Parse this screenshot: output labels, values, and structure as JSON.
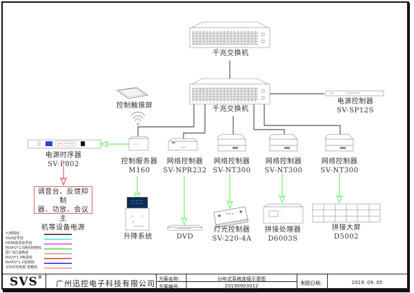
{
  "diagram": {
    "title": "分布式系统连接示意图",
    "devices": {
      "switch_top": {
        "label": "千兆交换机"
      },
      "switch_mid": {
        "label": "千兆交换机"
      },
      "power_controller": {
        "label": "电源控制器",
        "model": "SV-SP12S"
      },
      "touch_screen": {
        "label": "控制触摸屏"
      },
      "power_sequencer": {
        "label": "电源时序器",
        "model": "SV-P802"
      },
      "control_server": {
        "label": "控制服务器",
        "model": "M160"
      },
      "net_ctrl_1": {
        "label": "网络控制器",
        "model": "SV-NPR232"
      },
      "net_ctrl_2": {
        "label": "网络控制器",
        "model": "SV-NT300"
      },
      "net_ctrl_3": {
        "label": "网络控制器",
        "model": "SV-NT300"
      },
      "net_ctrl_4": {
        "label": "网络控制器",
        "model": "SV-NT300"
      },
      "lift_system": {
        "label": "升降系统"
      },
      "dvd": {
        "label": "DVD"
      },
      "light_controller": {
        "label": "灯光控制器",
        "model": "SV-220-4A"
      },
      "splice_processor": {
        "label": "拼接处理器",
        "model": "D6003S"
      },
      "splice_screen": {
        "label": "拼接大屏",
        "model": "D5002"
      }
    },
    "note": {
      "lines": [
        "调音台、反馈抑制",
        "器、功放、会议主",
        "机等设备电源"
      ]
    },
    "colors": {
      "network": "#555555",
      "vga": "#66f0f0",
      "hdmi": "#ee66ee",
      "control": "#66ee66",
      "mic": "#ddaaaa",
      "power": "#ee6666",
      "audio": "#5555dd",
      "speaker": "#ffaaaa"
    }
  },
  "legend": [
    {
      "label": "六类网线",
      "color": "#555555"
    },
    {
      "label": "VGA信号线",
      "color": "#66f0f0"
    },
    {
      "label": "HDMI高清信号线",
      "color": "#ee66ee"
    },
    {
      "label": "RVVP2*1.0通讯控制线",
      "color": "#66ee66"
    },
    {
      "label": "原厂8芯话筒线",
      "color": "#ddaaaa"
    },
    {
      "label": "RVV3*1.0电源线",
      "color": "#ee6666"
    },
    {
      "label": "RVVP2*1.0音频线",
      "color": "#5555dd"
    },
    {
      "label": "3/500无氧铜 音箱线",
      "color": "#ffaaaa"
    }
  ],
  "title_block": {
    "logo": "SVS",
    "logo_mark": "®",
    "company": "广州迅控电子科技有限公司",
    "scheme_name_label": "方案名称:",
    "scheme_name": "分布式系统连接示意图",
    "scheme_no_label": "方案编号:",
    "scheme_no": "20190903012",
    "date_label": "制图日期:",
    "date": "2019. 09. 05"
  }
}
